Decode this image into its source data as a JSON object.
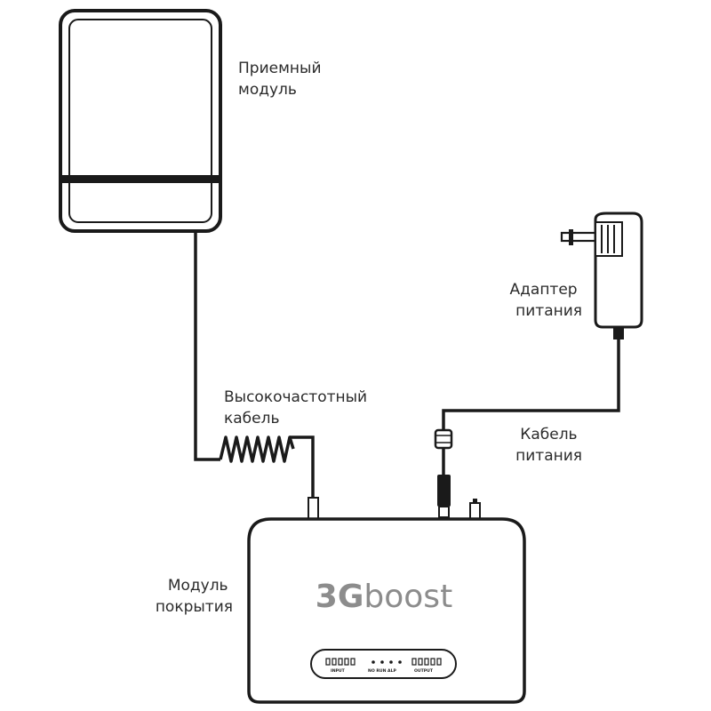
{
  "labels": {
    "receiver_module": [
      "Приемный",
      "модуль"
    ],
    "rf_cable": [
      "Высокочастотный",
      "кабель"
    ],
    "power_adapter": [
      "Адаптер",
      "питания"
    ],
    "power_cable": [
      "Кабель",
      "питания"
    ],
    "coverage_module": [
      "Модуль",
      "покрытия"
    ]
  },
  "device": {
    "brand_prefix": "3G",
    "brand_suffix": "boost",
    "panel": {
      "input": "INPUT",
      "indicators": "NO RUN ALP",
      "output": "OUTPUT"
    }
  }
}
